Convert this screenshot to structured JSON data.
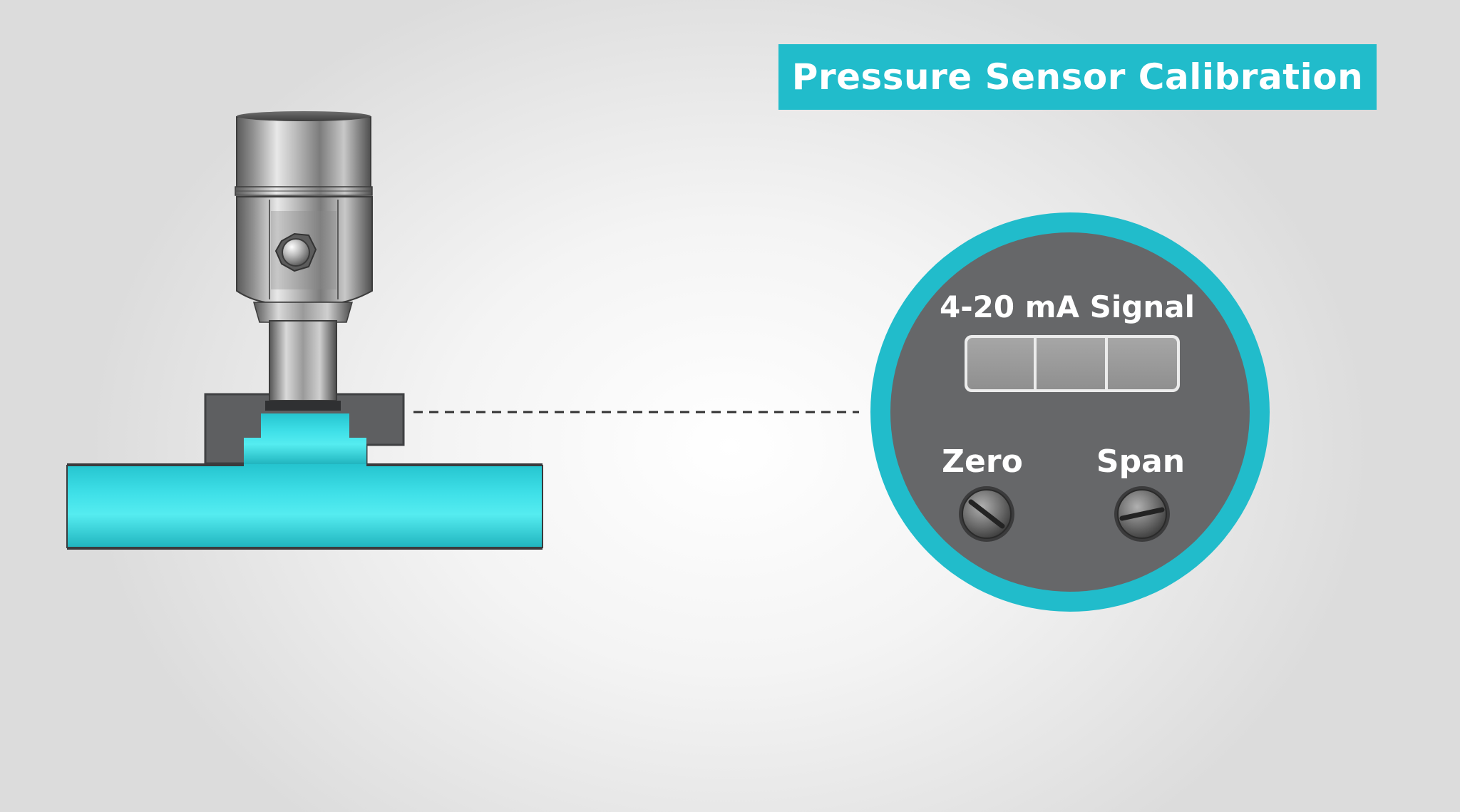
{
  "title": "Pressure Sensor Calibration",
  "gauge": {
    "signal_label": "4-20 mA Signal",
    "signal_segments": 3,
    "zero_label": "Zero",
    "span_label": "Span"
  },
  "colors": {
    "accent": "#21bccb",
    "fluid": "#3fe0e8",
    "gauge_face": "#666769",
    "background": "#f4f4f4"
  },
  "icons": {
    "zero_adjust": "slotted-screw-icon",
    "span_adjust": "slotted-screw-icon",
    "sensor_bolt": "hex-bolt-icon"
  }
}
